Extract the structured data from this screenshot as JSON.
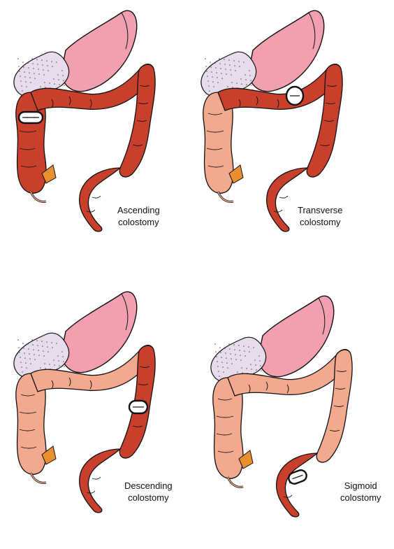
{
  "colors": {
    "colon_active": "#c8402c",
    "colon_inactive": "#f2a98e",
    "stomach": "#f2a0b0",
    "liver": "#e6dcec",
    "appendix": "#e98f2f",
    "outline": "#111111"
  },
  "panels": [
    {
      "label_line1": "Ascending",
      "label_line2": "colostomy",
      "stoma": "ascending"
    },
    {
      "label_line1": "Transverse",
      "label_line2": "colostomy",
      "stoma": "transverse"
    },
    {
      "label_line1": "Descending",
      "label_line2": "colostomy",
      "stoma": "descending"
    },
    {
      "label_line1": "Sigmoid",
      "label_line2": "colostomy",
      "stoma": "sigmoid"
    }
  ]
}
